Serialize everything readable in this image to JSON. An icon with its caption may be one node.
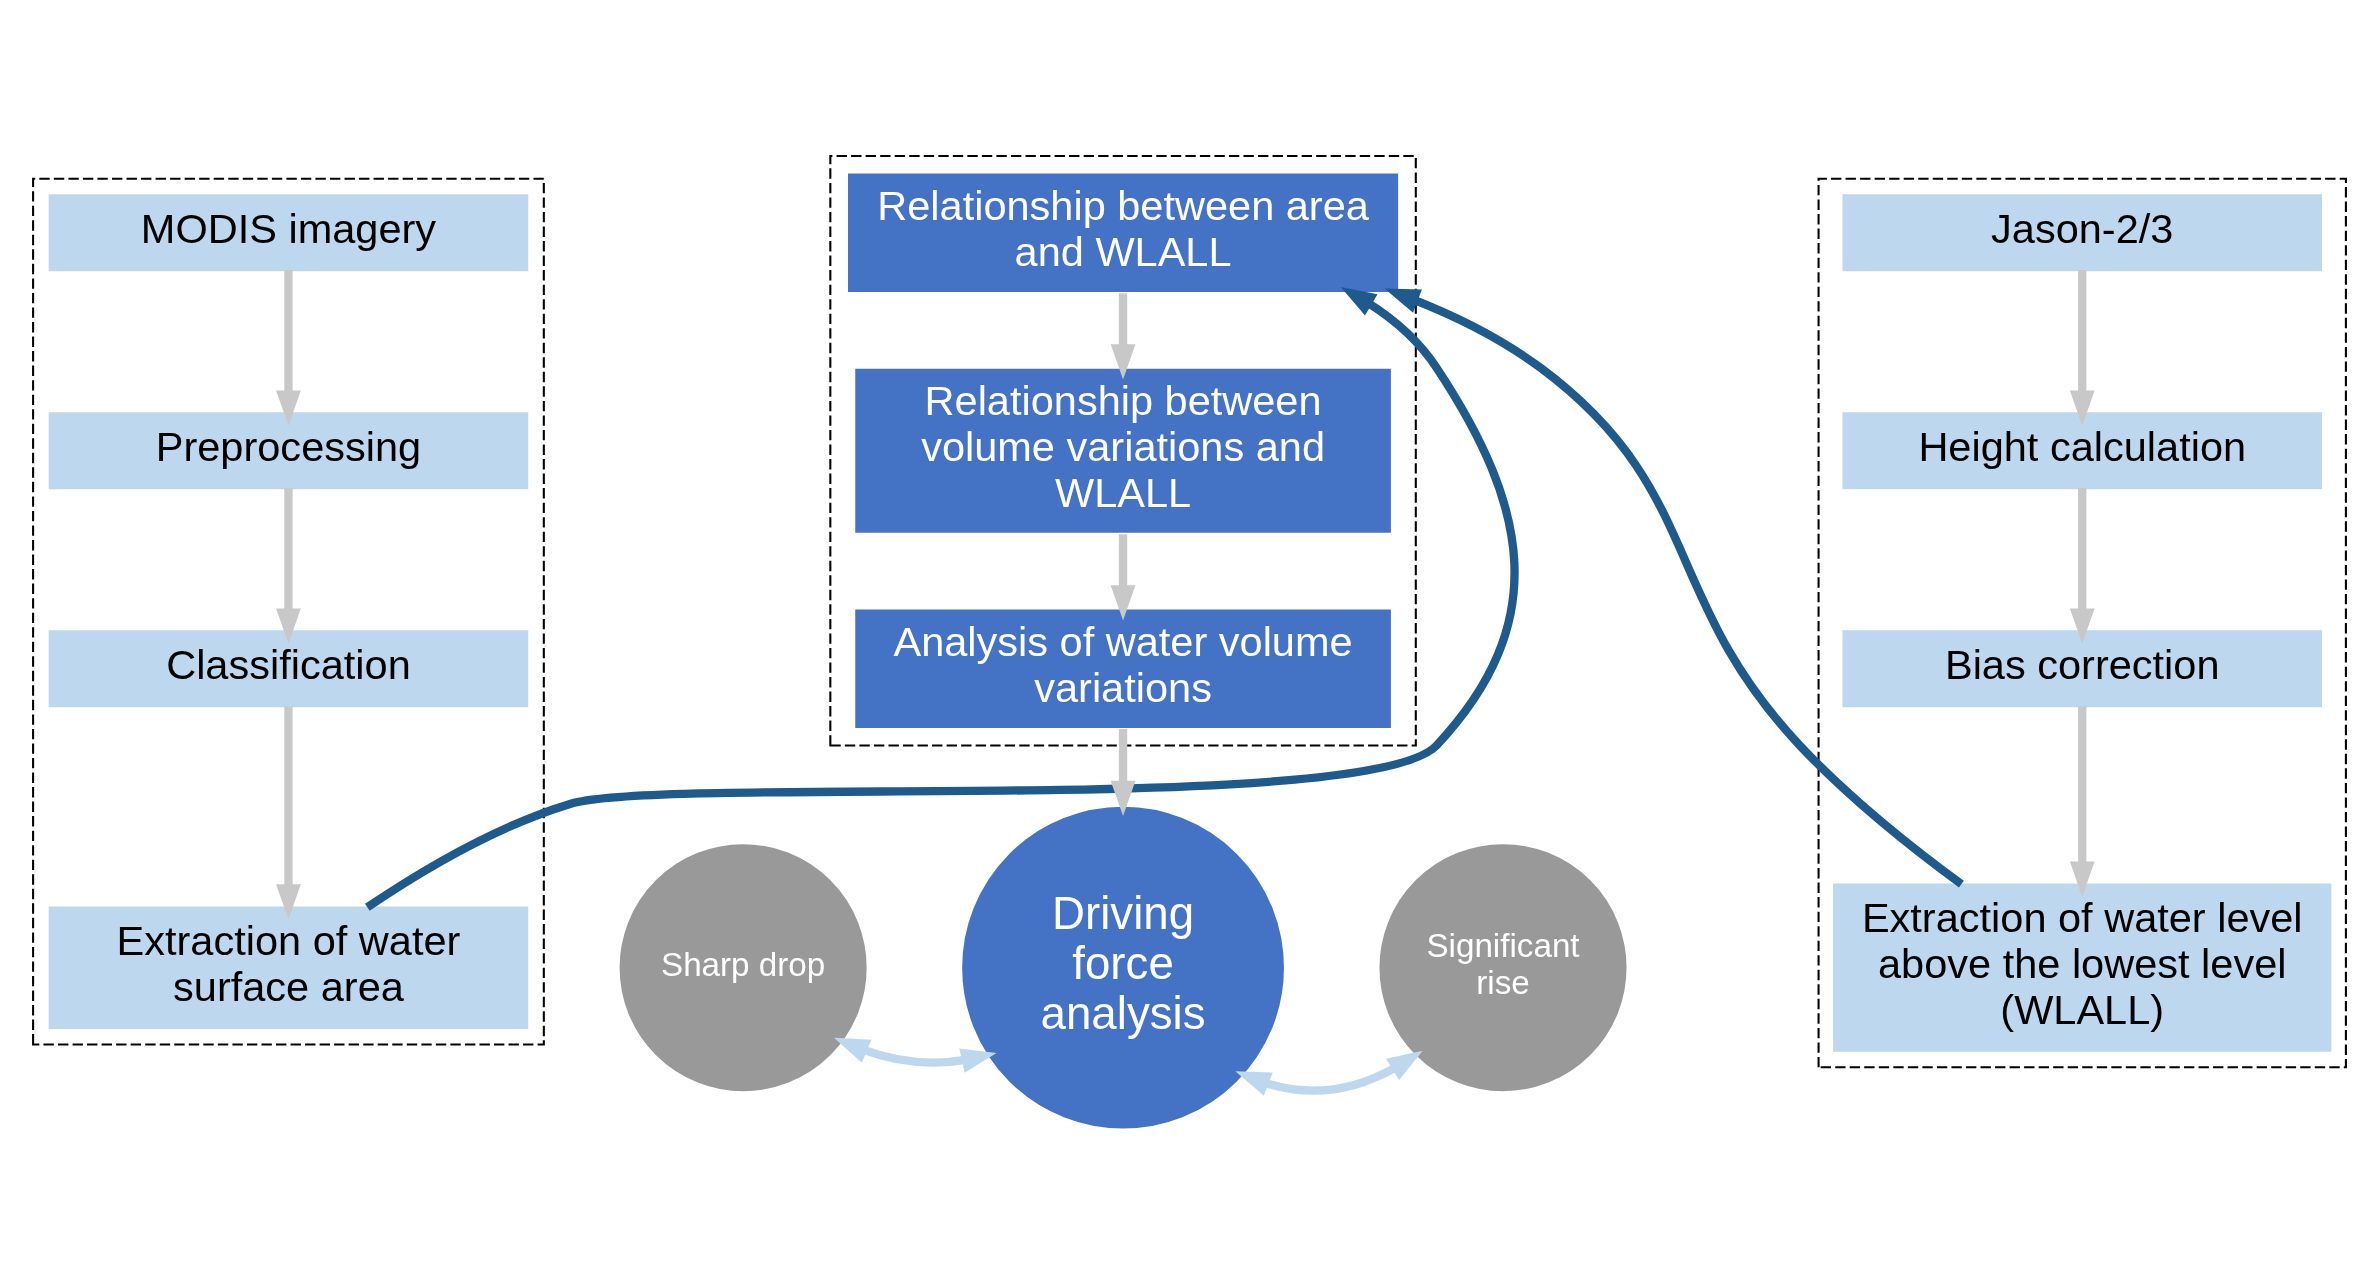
{
  "diagram": {
    "nodes": [
      {
        "text": [],
        "shape": "box"
      },
      {
        "text": [
          "MODIS imagery"
        ],
        "in": 0
      },
      {
        "text": [
          "Preprocessing"
        ],
        "in": 0
      },
      {
        "text": [
          "Classification"
        ],
        "in": 0
      },
      {
        "text": [
          "Extraction of water surface area"
        ],
        "in": 0
      },
      {
        "text": [],
        "shape": "box"
      },
      {
        "text": [
          "Relationship between area and WLALL"
        ],
        "in": 5
      },
      {
        "text": [
          "Relationship between volume variations and WLALL"
        ],
        "in": 5
      },
      {
        "text": [
          "Analysis of water volume variations"
        ],
        "in": 5
      },
      {
        "text": [],
        "shape": "box"
      },
      {
        "text": [
          "Jason-2/3"
        ],
        "in": 9
      },
      {
        "text": [
          "Height calculation"
        ],
        "in": 9
      },
      {
        "text": [
          "Bias correction"
        ],
        "in": 9
      },
      {
        "text": [
          "Extraction of water level above the lowest level (WLALL)"
        ],
        "in": 9
      },
      {
        "text": [
          "Sharp drop"
        ]
      },
      {
        "text": [
          "Driving force analysis"
        ]
      },
      {
        "text": [
          "Significant rise"
        ]
      }
    ],
    "edges": [
      {
        "from": 1,
        "to": 2,
        "arrow": "to"
      },
      {
        "from": 2,
        "to": 3,
        "arrow": "to"
      },
      {
        "from": 3,
        "to": 4,
        "arrow": "to"
      },
      {
        "from": 10,
        "to": 11,
        "arrow": "to"
      },
      {
        "from": 11,
        "to": 12,
        "arrow": "to"
      },
      {
        "from": 12,
        "to": 13,
        "arrow": "to"
      },
      {
        "from": 4,
        "to": 6,
        "arrow": "to",
        "color": "#1f5a8c"
      },
      {
        "from": 13,
        "to": 6,
        "arrow": "to",
        "color": "#1f5a8c"
      },
      {
        "from": 6,
        "to": 7,
        "arrow": "to"
      },
      {
        "from": 7,
        "to": 8,
        "arrow": "to"
      },
      {
        "from": 8,
        "to": 15,
        "arrow": "to"
      },
      {
        "from": 14,
        "to": 15,
        "arrow": "both",
        "color": "#bdd7ee"
      },
      {
        "from": 15,
        "to": 16,
        "arrow": "both",
        "color": "#bdd7ee"
      }
    ]
  }
}
